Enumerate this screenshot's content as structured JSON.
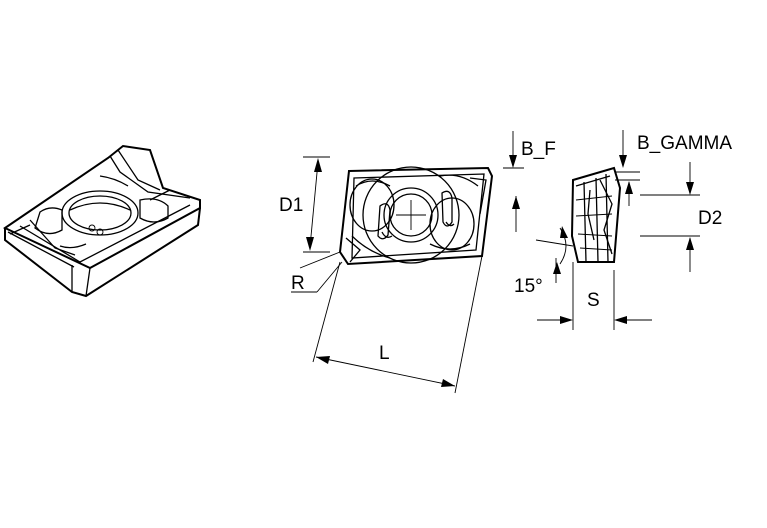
{
  "labels": {
    "d1": "D1",
    "r": "R",
    "l": "L",
    "b_f": "B_F",
    "b_gamma": "B_GAMMA",
    "d2": "D2",
    "angle": "15°",
    "s": "S"
  },
  "colors": {
    "background": "#ffffff",
    "line": "#000000"
  }
}
